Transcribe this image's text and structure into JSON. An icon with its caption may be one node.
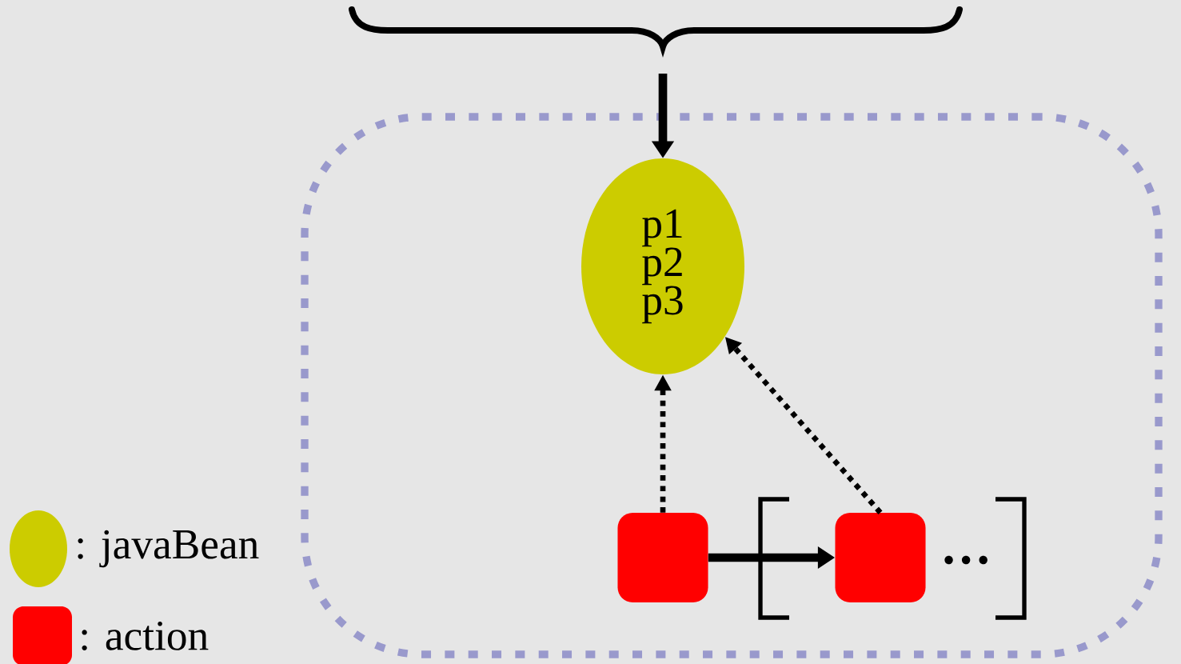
{
  "diagram": {
    "nodes": [
      {
        "text": [],
        "shape": "box"
      },
      {
        "text": [
          "p1 p2 p3"
        ],
        "in": 0
      },
      {
        "text": [],
        "shape": "box",
        "in": 0
      },
      {
        "text": [],
        "shape": "box",
        "in": 0,
        "beside": [
          "…"
        ]
      }
    ],
    "edges": [
      {
        "from": null,
        "to": 1,
        "arrow": "to"
      },
      {
        "from": 2,
        "to": 1,
        "arrow": "to",
        "style": "dashed"
      },
      {
        "from": 3,
        "to": 1,
        "arrow": "to",
        "style": "dashed"
      },
      {
        "from": 2,
        "to": 3,
        "arrow": "to"
      }
    ],
    "legend": [
      {
        "text": ": javaBean",
        "color": "#cccc00"
      },
      {
        "text": ": action",
        "color": "#ff0000"
      }
    ]
  }
}
